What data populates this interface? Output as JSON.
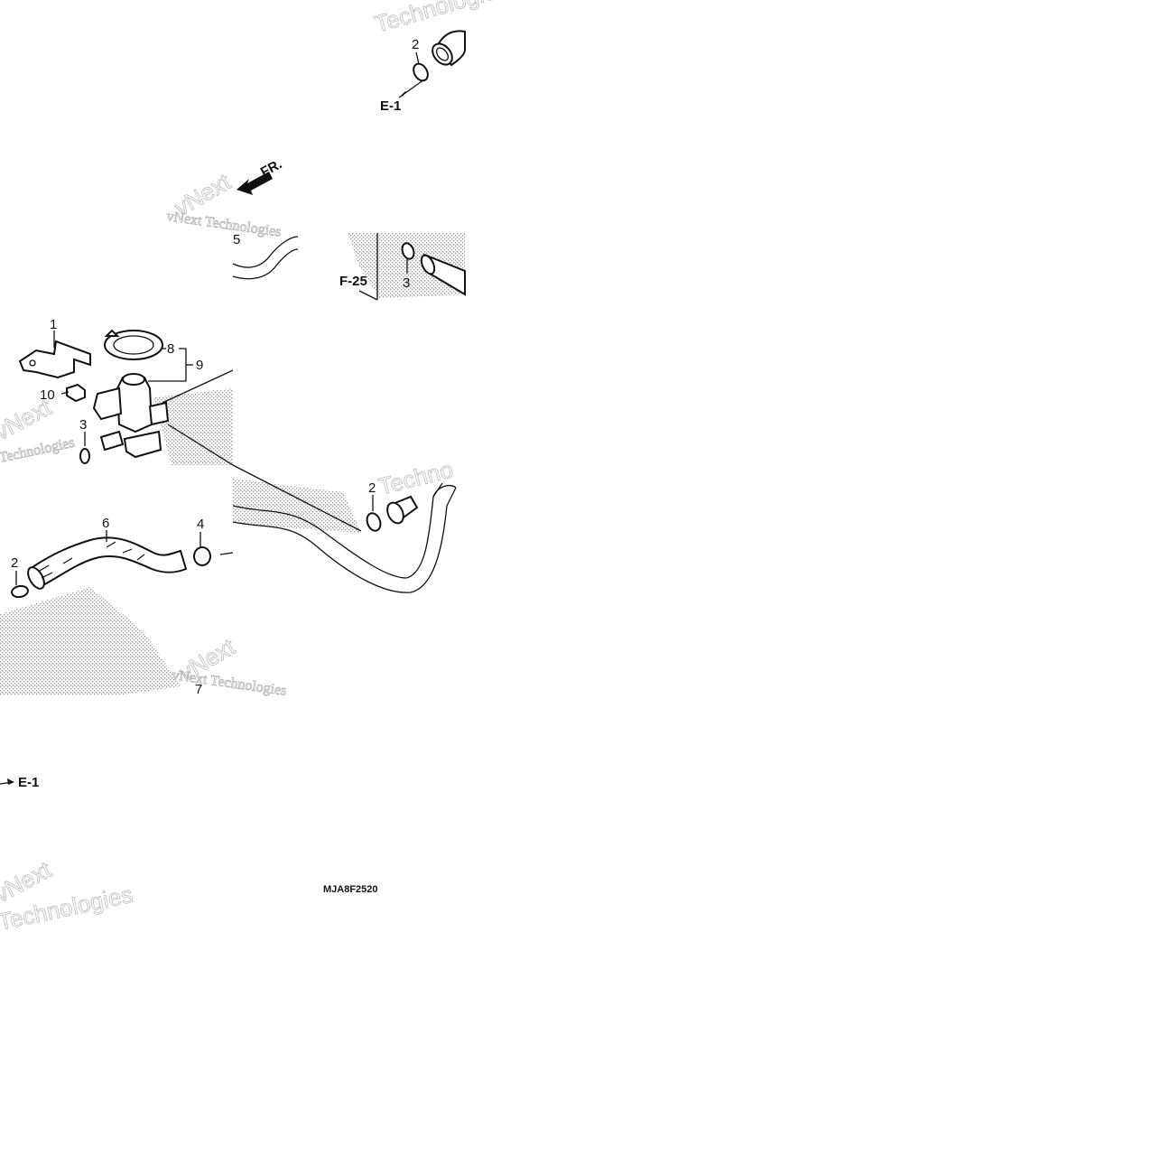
{
  "diagram_code": "MJA8F2520",
  "references": {
    "e1_top": "E-1",
    "e1_bottom": "E-1",
    "f25": "F-25",
    "front": "FR."
  },
  "watermarks": {
    "brand_technologies": "Technologies",
    "brand_vnext": "vNext",
    "brand_full": "vNext Technologies",
    "brand_tech": "Techno"
  },
  "callouts": {
    "c1": "1",
    "c2_top": "2",
    "c2_mid": "2",
    "c2_left": "2",
    "c3_top": "3",
    "c3_left": "3",
    "c4": "4",
    "c5": "5",
    "c6": "6",
    "c7": "7",
    "c8": "8",
    "c9": "9",
    "c10": "10"
  },
  "colors": {
    "line": "#111111",
    "shade": "#bcbcbc",
    "watermark": "#b8b8b8"
  }
}
